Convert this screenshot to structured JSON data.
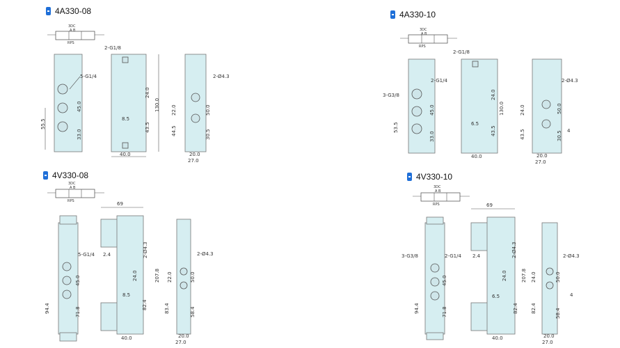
{
  "panels": [
    {
      "model": "4A330-08",
      "symbol": {
        "top": "3DC",
        "mid": "A B",
        "bot": "RPS"
      },
      "dims": {
        "port_main": "5-G1/4",
        "port_top": "2-G1/8",
        "hole": "2-Ø4.3",
        "a": "45.0",
        "b": "55.5",
        "c": "33.0",
        "d": "24.0",
        "e": "130.0",
        "f": "8.5",
        "g": "43.5",
        "h": "40.0",
        "i": "22.0",
        "j": "50.0",
        "k": "44.5",
        "l": "30.5",
        "m": "20.0",
        "n": "27.0"
      }
    },
    {
      "model": "4A330-10",
      "symbol": {
        "top": "3DC",
        "mid": "A B",
        "bot": "RPS"
      },
      "dims": {
        "port_main": "2-G1/4",
        "port_side": "3-G3/8",
        "port_top": "2-G1/8",
        "hole": "2-Ø4.3",
        "a": "45.0",
        "b": "53.5",
        "c": "33.0",
        "d": "24.0",
        "e": "130.0",
        "f": "6.5",
        "g": "43.5",
        "h": "40.0",
        "i": "24.0",
        "j": "50.0",
        "k": "43.5",
        "l": "30.5",
        "m": "20.0",
        "n": "27.0",
        "o": "4"
      }
    },
    {
      "model": "4V330-08",
      "symbol": {
        "top": "3DC",
        "mid": "A B",
        "bot": "RPS"
      },
      "dims": {
        "port_main": "5-G1/4",
        "hole": "2-Ø4.3",
        "w": "69",
        "s": "2.4",
        "a": "45.0",
        "b": "94.4",
        "c": "71.8",
        "d": "24.0",
        "e": "207.8",
        "f": "8.5",
        "g": "82.4",
        "h": "40.0",
        "i": "22.0",
        "j": "50.0",
        "k": "83.4",
        "l": "58.4",
        "m": "20.0",
        "n": "27.0"
      }
    },
    {
      "model": "4V330-10",
      "symbol": {
        "top": "3DC",
        "mid": "A B",
        "bot": "RPS"
      },
      "dims": {
        "port_main": "2-G1/4",
        "port_side": "3-G3/8",
        "hole": "2-Ø4.3",
        "w": "69",
        "s": "2.4",
        "a": "45.0",
        "b": "94.4",
        "c": "71.8",
        "d": "24.0",
        "e": "207.8",
        "f": "6.5",
        "g": "82.4",
        "h": "40.0",
        "i": "24.0",
        "j": "50.0",
        "k": "82.4",
        "l": "58.4",
        "m": "20.0",
        "n": "27.0",
        "o": "4"
      }
    }
  ]
}
